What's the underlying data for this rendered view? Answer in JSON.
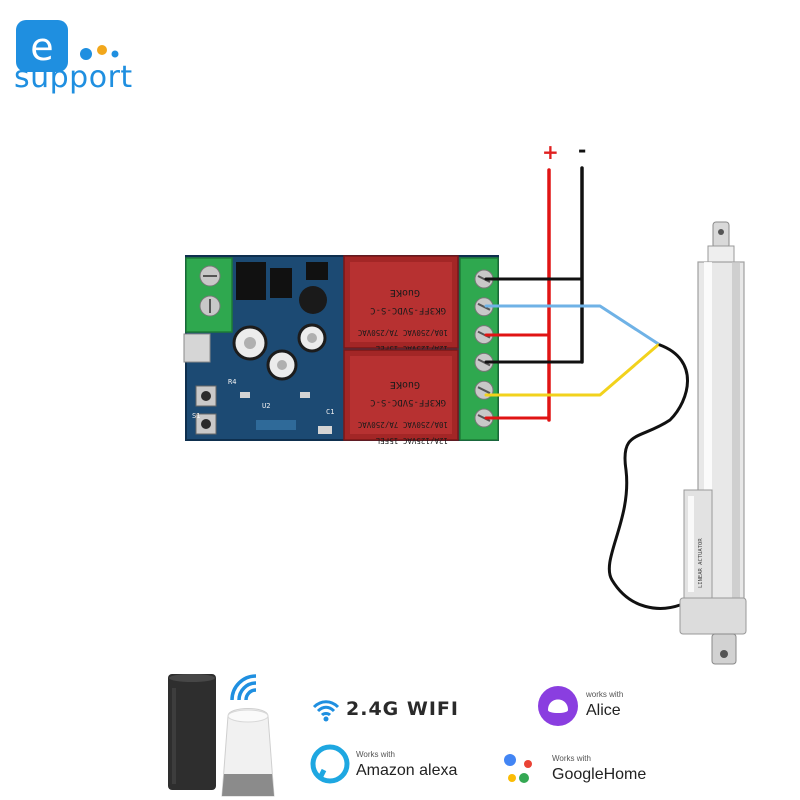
{
  "brand": {
    "logo_letter": "e",
    "logo_text": "support",
    "colors": {
      "primary": "#1f8fe0",
      "accent_dot": "#f2a71b"
    }
  },
  "polarity": {
    "plus": "+",
    "minus": "-",
    "plus_color": "#e02020",
    "minus_color": "#111111"
  },
  "relay_module": {
    "relays": [
      {
        "brand": "GuoKE",
        "model": "GK3FF-5VDC-S-C",
        "rating_1": "10A/250VAC  7A/250VAC",
        "rating_2": "12A/125VAC  15FEL"
      },
      {
        "brand": "GuoKE",
        "model": "GK3FF-5VDC-S-C",
        "rating_1": "10A/250VAC  7A/250VAC",
        "rating_2": "12A/125VAC  15FEL"
      }
    ],
    "silkscreen": {
      "u2": "U2",
      "s1": "S1",
      "r4": "R4",
      "c1": "C1"
    }
  },
  "wiring": {
    "colors": {
      "red": "#e01414",
      "black": "#111111",
      "blue": "#6fb2e6",
      "yellow": "#f2d21c"
    }
  },
  "actuator": {
    "label": "LINEAR ACTUATOR"
  },
  "compat": {
    "wifi_label": "2.4G WIFI",
    "alice": {
      "small": "works with",
      "big": "Alice",
      "color": "#8a3ee0"
    },
    "alexa": {
      "small": "Works with",
      "big": "Amazon alexa",
      "color": "#1ea7e1"
    },
    "google": {
      "small": "Works with",
      "big": "GoogleHome"
    }
  }
}
